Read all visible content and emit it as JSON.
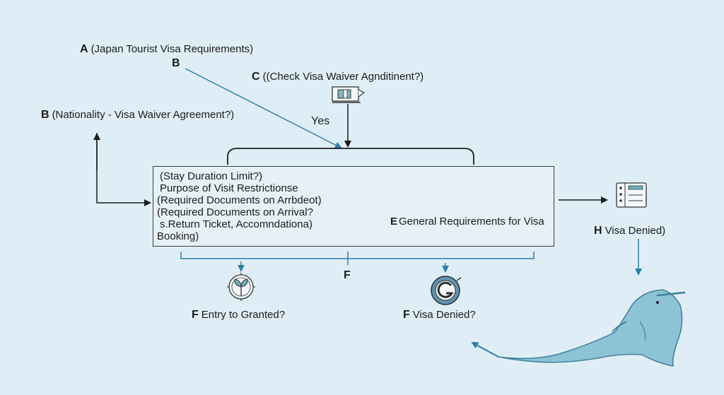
{
  "nodes": {
    "a": {
      "letter": "A",
      "text": "(Japan Tourist Visa Requirements)"
    },
    "b_marker": "B",
    "c": {
      "letter": "C",
      "text": "((Check Visa Waiver Agnditinent?)"
    },
    "b": {
      "letter": "B",
      "text": "(Nationality - Visa Waiver Agreement?)"
    },
    "yes_label": "Yes",
    "conditions": [
      "(Stay Duration Limit?)",
      " Purpose of Visit Restrictionse",
      "(Required Documents on Arrbdeot)",
      " (Required Documents on Arrival?",
      "s.Return Ticket, Accomndationa)",
      "Booking)"
    ],
    "e": {
      "letter": "E",
      "text": "General Requirements for Visa"
    },
    "h": {
      "letter": "H",
      "text": "Visa Denied)"
    },
    "f_center": "F",
    "f_granted": {
      "letter": "F",
      "text": "Entry to Granted?"
    },
    "f_denied": {
      "letter": "F",
      "text": "Visa Denied?"
    }
  },
  "icons": [
    "laptop-icon",
    "document-icon",
    "server-icon",
    "scanner-icon",
    "filing-cabinet-icon",
    "leaf-icon",
    "g-circle-icon",
    "whale-illustration"
  ],
  "colors": {
    "background": "#dfeef6",
    "arrow_blue": "#2f7ea8",
    "icon_teal": "#6fb0be",
    "whale": "#8ec3d6"
  }
}
